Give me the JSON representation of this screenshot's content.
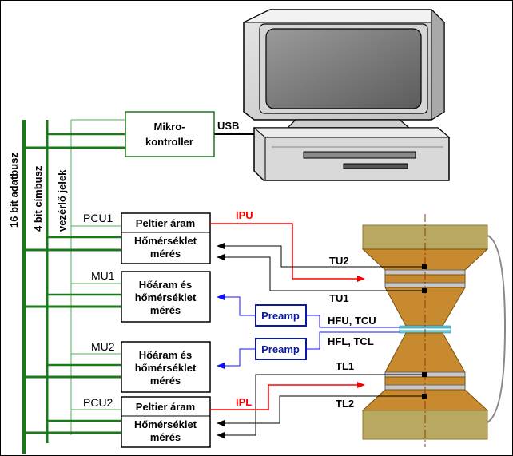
{
  "buses": {
    "data_bus": "16 bit adatbusz",
    "address_bus": "4 bit címbusz",
    "control": "vezérlő jelek"
  },
  "computer": {
    "usb_label": "USB"
  },
  "microcontroller": {
    "line1": "Mikro-",
    "line2": "kontroller"
  },
  "units": {
    "pcu1": {
      "tag": "PCU1",
      "line1": "Peltier áram",
      "line2": "Hőmérséklet",
      "line3": "mérés"
    },
    "mu1": {
      "tag": "MU1",
      "line1": "Hőáram és",
      "line2": "hőmérséklet",
      "line3": "mérés"
    },
    "mu2": {
      "tag": "MU2",
      "line1": "Hőáram és",
      "line2": "hőmérséklet",
      "line3": "mérés"
    },
    "pcu2": {
      "tag": "PCU2",
      "line1": "Peltier áram",
      "line2": "Hőmérséklet",
      "line3": "mérés"
    }
  },
  "preamps": {
    "upper": "Preamp",
    "lower": "Preamp"
  },
  "signals": {
    "ipu": "IPU",
    "ipl": "IPL",
    "tu2": "TU2",
    "tu1": "TU1",
    "hfu_tcu": "HFU, TCU",
    "hfl_tcl": "HFL, TCL",
    "tl1": "TL1",
    "tl2": "TL2"
  },
  "colors": {
    "bus_green": "#1a7a1a",
    "thin_green": "#4caf50",
    "current_red": "#ff0000",
    "heat_blue": "#1010ff",
    "preamp_border": "#0a1a9e",
    "cell_brown": "#c88a2e",
    "cell_olive": "#b8a860"
  }
}
